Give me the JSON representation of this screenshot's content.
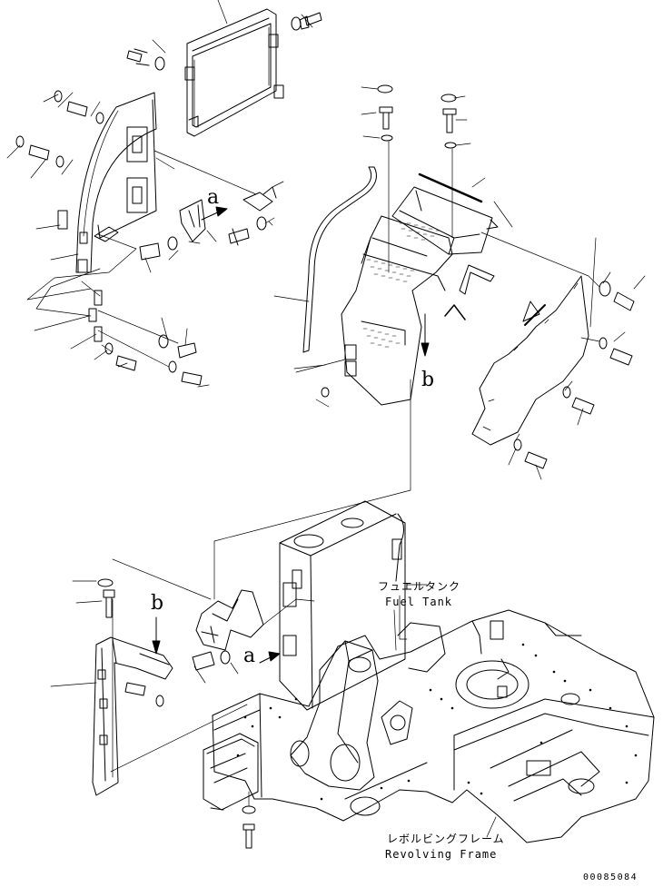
{
  "callouts": {
    "a": "a",
    "b": "b"
  },
  "fuel_tank": {
    "jp": "フュエルタンク",
    "en": "Fuel Tank"
  },
  "revolving_frame": {
    "jp": "レボルビングフレーム",
    "en": "Revolving Frame"
  },
  "doc_number": "00085084"
}
